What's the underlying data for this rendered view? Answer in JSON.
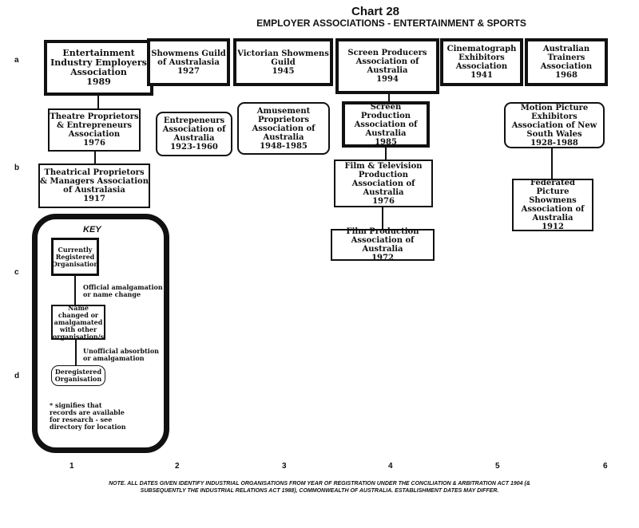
{
  "header": {
    "chart_number": "Chart 28",
    "title": "EMPLOYER ASSOCIATIONS - ENTERTAINMENT & SPORTS"
  },
  "row_labels": [
    "a",
    "b",
    "c",
    "d"
  ],
  "column_labels": [
    "1",
    "2",
    "3",
    "4",
    "5",
    "6"
  ],
  "organisations": {
    "eiea": {
      "name": "Entertainment Industry Employers Association",
      "year": "1989"
    },
    "sgaa": {
      "name": "Showmens Guild of Australasia",
      "year": "1927"
    },
    "vsg": {
      "name": "Victorian Showmens Guild",
      "year": "1945"
    },
    "spaa": {
      "name": "Screen Producers Association of Australia",
      "year": "1994"
    },
    "cea": {
      "name": "Cinematograph Exhibitors Association",
      "year": "1941"
    },
    "ata": {
      "name": "Australian Trainers Association",
      "year": "1968"
    },
    "tpea": {
      "name": "Theatre Proprietors & Entrepreneurs Association",
      "year": "1976"
    },
    "eaa": {
      "name": "Entrepeneurs Association of Australia",
      "year": "1923-1960"
    },
    "apaa": {
      "name": "Amusement Proprietors Association of Australia",
      "year": "1948-1985"
    },
    "spaa2": {
      "name": "Screen Production Association of Australia",
      "year": "1985"
    },
    "mpea": {
      "name": "Motion Picture Exhibitors Association of New South Wales",
      "year": "1928-1988"
    },
    "tpma": {
      "name": "Theatrical Proprietors & Managers Association of Australasia",
      "year": "1917"
    },
    "ftpa": {
      "name": "Film & Television Production Association of Australia",
      "year": "1976"
    },
    "fpsa": {
      "name": "Federated Picture Showmens Association of Australia",
      "year": "1912"
    },
    "fpaa": {
      "name": "Film Production Association of Australia",
      "year": "1972"
    }
  },
  "key": {
    "title": "KEY",
    "current": "Currently Registered Organisation",
    "official": "Official amalgamation or name change",
    "changed": "Name changed or amalgamated with other organisation/s",
    "unofficial": "Unofficial absorbtion or amalgamation",
    "deregistered": "Deregistered Organisation",
    "records_note": "* signifies that records are available for research - see directory for location"
  },
  "note": {
    "line1": "NOTE. ALL DATES GIVEN IDENTIFY INDUSTRIAL ORGANISATIONS FROM YEAR OF REGISTRATION UNDER THE CONCILIATION & ARBITRATION ACT 1904 (&",
    "line2": "SUBSEQUENTLY THE INDUSTRIAL RELATIONS ACT 1988), COMMONWEALTH OF AUSTRALIA. ESTABLISHMENT DATES MAY DIFFER."
  }
}
